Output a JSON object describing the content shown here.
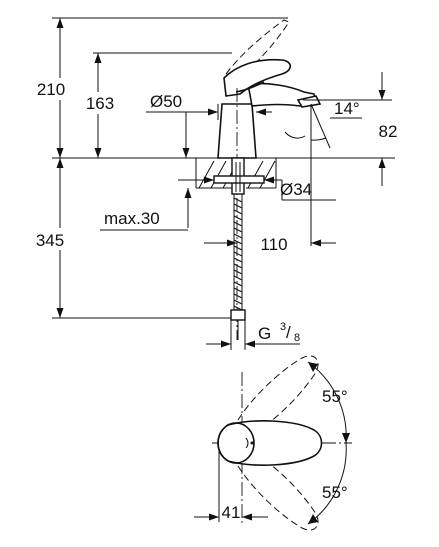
{
  "dimensions": {
    "total_height": "210",
    "spout_height": "163",
    "body_diameter": "Ø50",
    "spout_angle": "14°",
    "spout_offset": "82",
    "hole_diameter": "Ø34",
    "max_thickness": "max.30",
    "hose_length": "345",
    "reach": "110",
    "connection_prefix": "G",
    "connection_num": "3",
    "connection_den": "8",
    "rotation_top": "55°",
    "rotation_bottom": "55°",
    "lever_offset": "41"
  },
  "colors": {
    "line": "#111111",
    "background": "#ffffff"
  }
}
